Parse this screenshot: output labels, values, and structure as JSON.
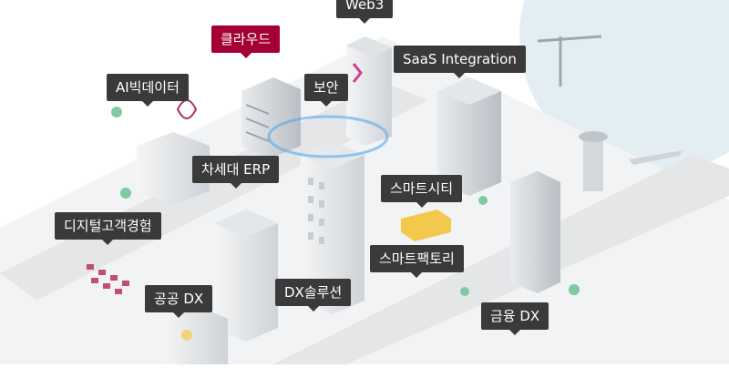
{
  "labels": {
    "web3": "Web3",
    "cloud": "클라우드",
    "saas": "SaaS Integration",
    "ai_data": "AI빅데이터",
    "security": "보안",
    "erp": "차세대 ERP",
    "smart_city": "스마트시티",
    "digital_cx": "디지털고객경험",
    "smart_factory": "스마트팩토리",
    "public_dx": "공공 DX",
    "dx_solution": "DX솔루션",
    "finance_dx": "금융 DX"
  },
  "colors": {
    "accent": "#a50034",
    "label_bg": "#3a3a3a",
    "label_text": "#ffffff",
    "sky": "#e3eef3"
  }
}
